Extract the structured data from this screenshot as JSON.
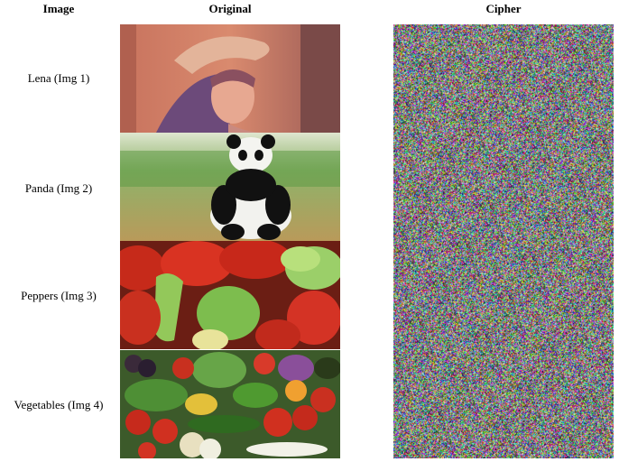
{
  "headers": {
    "image": "Image",
    "original": "Original",
    "cipher": "Cipher"
  },
  "rows": [
    {
      "label": "Lena (Img 1)"
    },
    {
      "label": "Panda (Img 2)"
    },
    {
      "label": "Peppers (Img 3)"
    },
    {
      "label": "Vegetables (Img 4)"
    }
  ]
}
